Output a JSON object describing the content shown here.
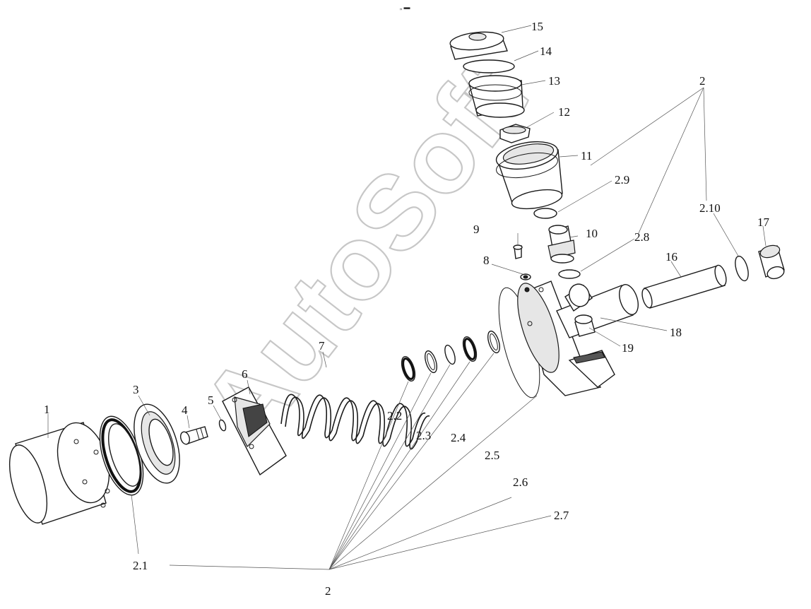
{
  "header": {
    "tiny_mark": "„ ▬"
  },
  "watermark": {
    "text": "AutoSoft"
  },
  "labels": {
    "l1": "1",
    "l2_1": "2.1",
    "l2_2": "2.2",
    "l2_3": "2.3",
    "l2_4": "2.4",
    "l2_5": "2.5",
    "l2_6": "2.6",
    "l2_7": "2.7",
    "l2_8": "2.8",
    "l2_9": "2.9",
    "l2_10": "2.10",
    "l2_top": "2",
    "l2_bottom": "2",
    "l3": "3",
    "l4": "4",
    "l5": "5",
    "l6": "6",
    "l7": "7",
    "l8": "8",
    "l9": "9",
    "l10": "10",
    "l11": "11",
    "l12": "12",
    "l13": "13",
    "l14": "14",
    "l15": "15",
    "l16": "16",
    "l17": "17",
    "l18": "18",
    "l19": "19"
  }
}
